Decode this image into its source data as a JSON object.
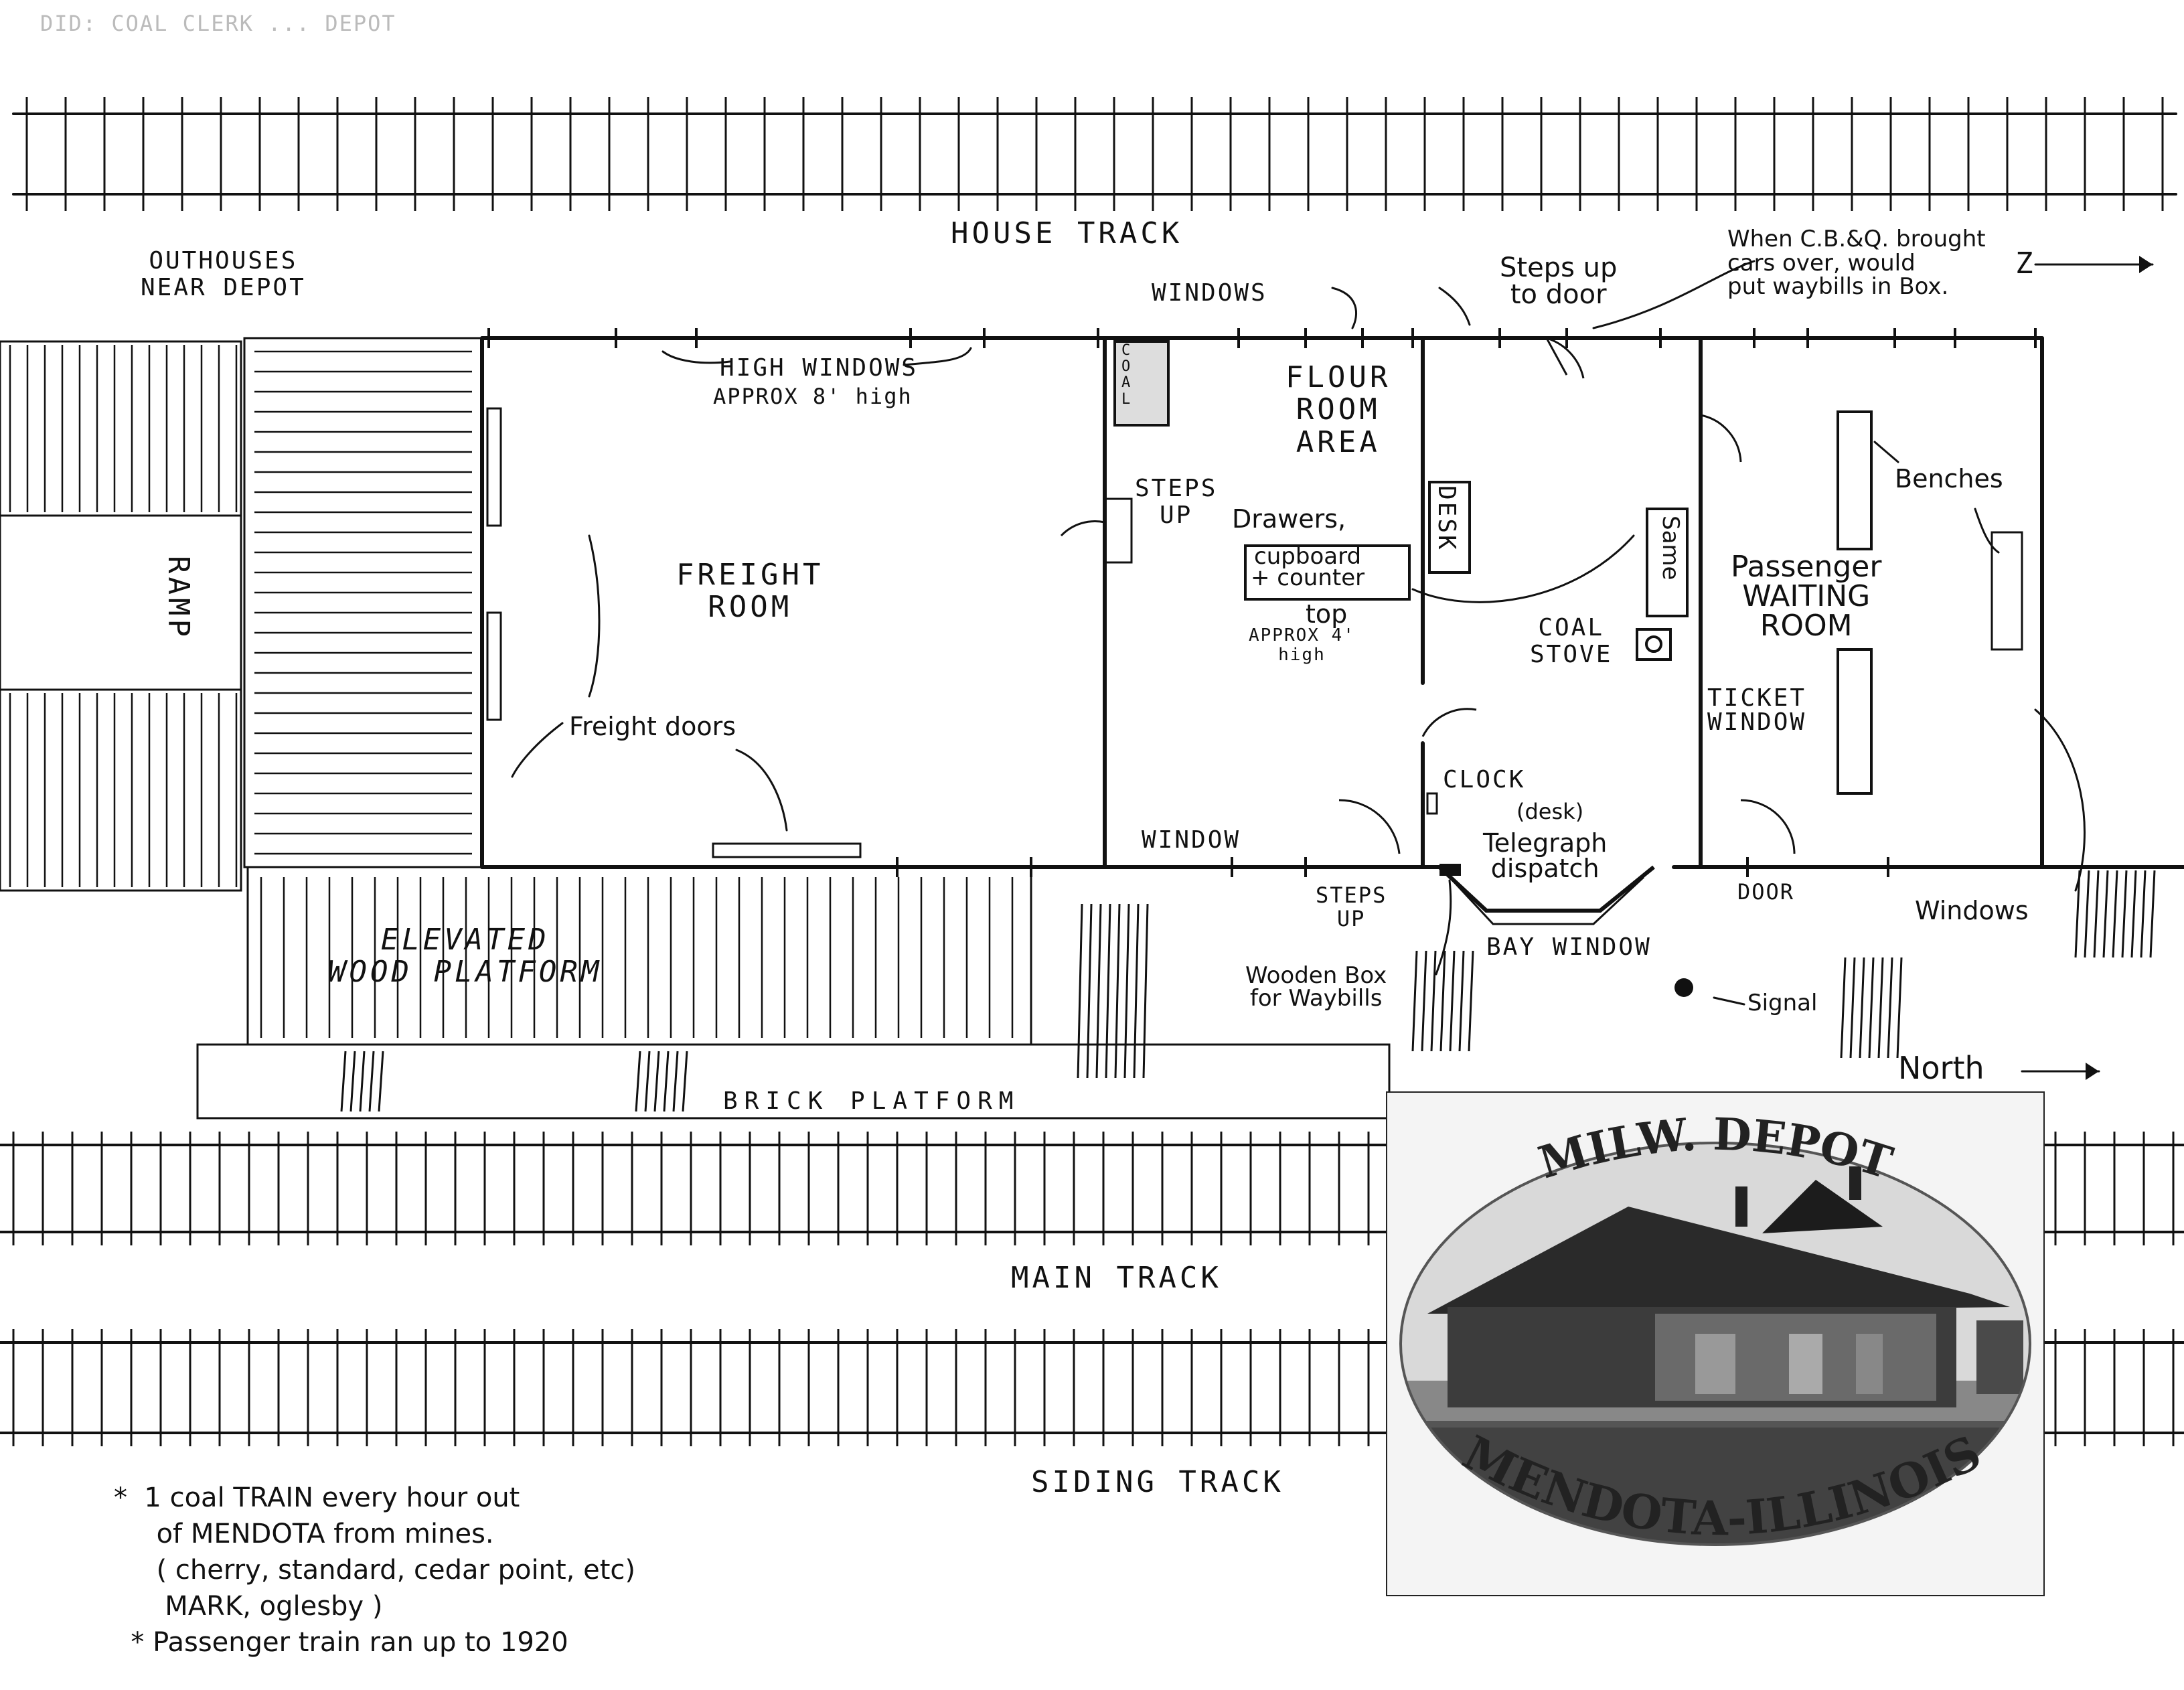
{
  "tracks": {
    "house": "HOUSE TRACK",
    "main": "MAIN TRACK",
    "siding": "SIDING TRACK"
  },
  "labels": {
    "outhouses": "OUTHOUSES\nNEAR DEPOT",
    "ramp": "RAMP",
    "high_windows": "HIGH WINDOWS",
    "high_windows_note": "APPROX 8' high",
    "freight_room": "FREIGHT\nROOM",
    "freight_doors": "Freight doors",
    "elevated_platform": "ELEVATED\nWOOD PLATFORM",
    "brick_platform": "BRICK PLATFORM",
    "coal_bin": "C\nO\nA\nL",
    "steps_up_inner": "STEPS\nUP",
    "windows_top": "WINDOWS",
    "flour_room": "FLOUR\nROOM\nAREA",
    "drawers": "Drawers,",
    "cupboard": "cupboard\n+ counter",
    "counter_top": "top",
    "counter_height": "APPROX 4'\nhigh",
    "desk": "DESK",
    "steps_up_door": "Steps up\nto door",
    "cbq_note": "When C.B.&Q. brought\ncars over, would\nput waybills in Box.",
    "north_marker_top": "Z",
    "same": "Same",
    "coal_stove": "COAL\nSTOVE",
    "benches": "Benches",
    "passenger_room": "Passenger\nWAITING\nROOM",
    "ticket_window": "TICKET\nWINDOW",
    "clock": "CLOCK",
    "telegraph_desk": "(desk)",
    "telegraph": "Telegraph\ndispatch",
    "window_bottom": "WINDOW",
    "steps_up_bottom": "STEPS\nUP",
    "door": "DOOR",
    "windows_bottom": "Windows",
    "bay_window": "BAY WINDOW",
    "wooden_box": "Wooden Box\nfor Waybills",
    "signal": "Signal",
    "north": "North"
  },
  "notes": [
    "*  1 coal TRAIN every hour out",
    "     of MENDOTA from mines.",
    "     ( cherry, standard, cedar point, etc)",
    "      MARK, oglesby )",
    "  * Passenger train ran up to 1920"
  ],
  "photo": {
    "top_text": "MILW. DEPOT",
    "bottom_text": "MENDOTA-ILLINOIS"
  },
  "faded_text": "DID: COAL CLERK ... DEPOT"
}
